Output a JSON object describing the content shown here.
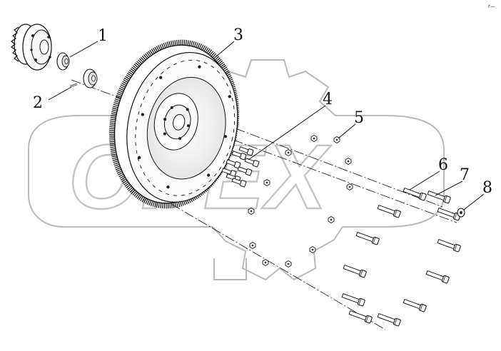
{
  "diagram": {
    "callouts": [
      {
        "id": "1",
        "label": "1"
      },
      {
        "id": "2",
        "label": "2"
      },
      {
        "id": "3",
        "label": "3"
      },
      {
        "id": "4",
        "label": "4"
      },
      {
        "id": "5",
        "label": "5"
      },
      {
        "id": "6",
        "label": "6"
      },
      {
        "id": "7",
        "label": "7"
      },
      {
        "id": "8",
        "label": "8"
      }
    ],
    "watermark_text": "OPEX",
    "corner_mark": "r—"
  }
}
